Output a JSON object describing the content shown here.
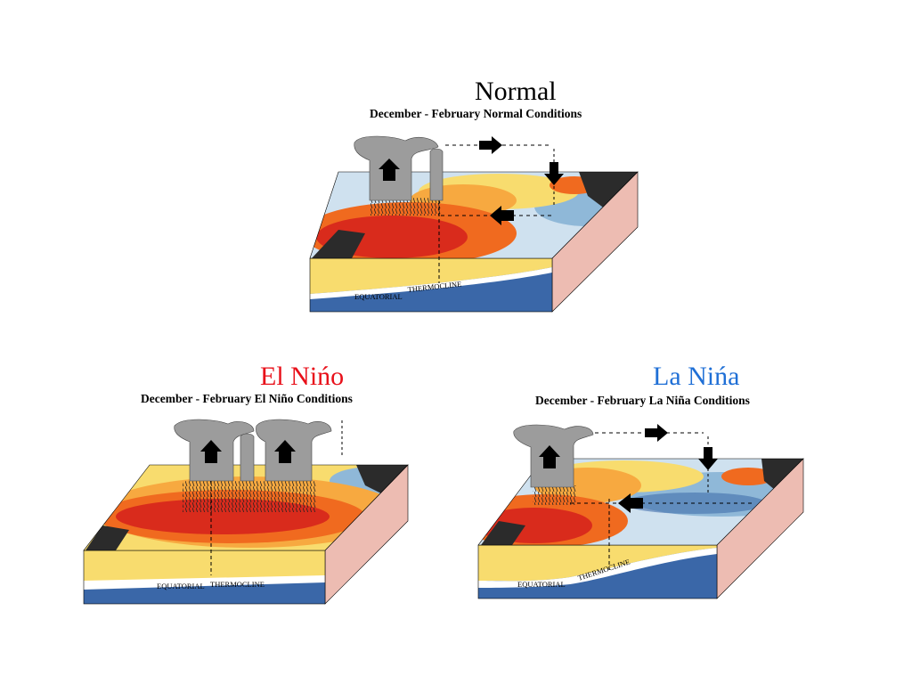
{
  "colors": {
    "normal_title": "#000000",
    "elnino_title": "#e8101a",
    "lanina_title": "#1f6fd6",
    "warm_dark": "#d92b1c",
    "warm": "#f06a1f",
    "warm_light": "#f7a940",
    "yellow": "#f8dc6e",
    "cool_light": "#cfe1ef",
    "cool": "#8fb8d8",
    "deep": "#3a67a8",
    "side_pink": "#edbcb2",
    "land": "#2b2b2b",
    "cloud": "#9c9c9c"
  },
  "panels": {
    "normal": {
      "title": "Normal",
      "subtitle": "December - February Normal Conditions",
      "thermocline_label": [
        "EQUATORIAL",
        "THERMOCLINE"
      ]
    },
    "elnino": {
      "title": "El Nińo",
      "subtitle": "December - February El Niño Conditions",
      "thermocline_label": [
        "EQUATORIAL",
        "THERMOCLINE"
      ]
    },
    "lanina": {
      "title": "La Nińa",
      "subtitle": "December - February La Niña Conditions",
      "thermocline_label": [
        "EQUATORIAL",
        "THERMOCLINE"
      ]
    }
  }
}
